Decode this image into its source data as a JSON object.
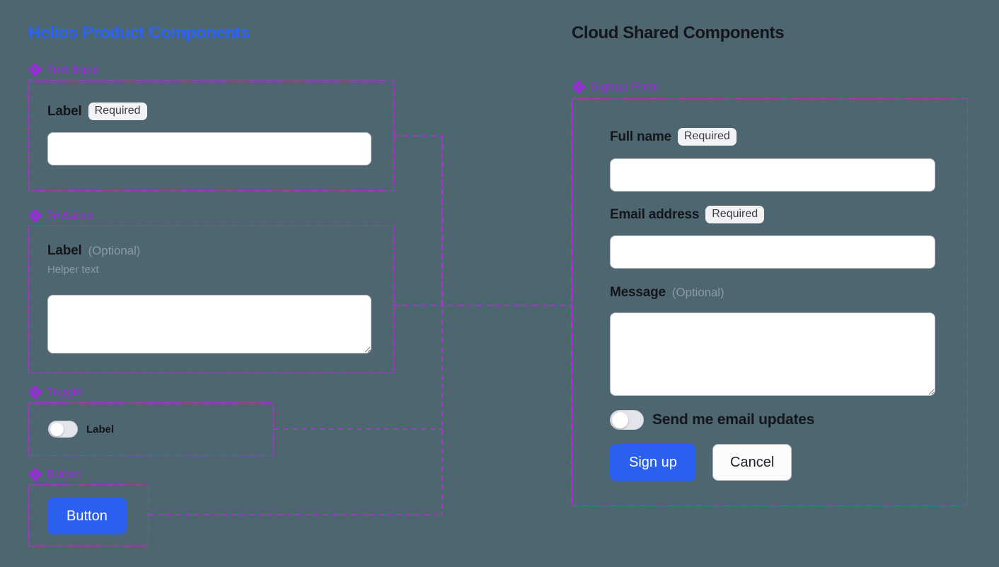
{
  "panels": {
    "left": {
      "title": "Helios Product Components",
      "title_color": "#2a64f6",
      "sections": [
        {
          "name": "Text Input",
          "icon": "component-diamond-icon"
        },
        {
          "name": "Textarea",
          "icon": "component-diamond-icon"
        },
        {
          "name": "Toggle",
          "icon": "component-diamond-icon"
        },
        {
          "name": "Button",
          "icon": "component-diamond-icon"
        }
      ]
    },
    "right": {
      "title": "Cloud Shared Components",
      "title_color": "#15161c",
      "sections": [
        {
          "name": "Signup Form",
          "icon": "component-diamond-icon"
        }
      ]
    }
  },
  "text_input_component": {
    "label": "Label",
    "badge": "Required",
    "value": "",
    "placeholder": ""
  },
  "textarea_component": {
    "label": "Label",
    "optional": "(Optional)",
    "helper": "Helper text",
    "value": "",
    "placeholder": ""
  },
  "toggle_component": {
    "label": "Label",
    "checked": false
  },
  "button_component": {
    "label": "Button"
  },
  "signup_form": {
    "full_name": {
      "label": "Full name",
      "badge": "Required",
      "value": "",
      "placeholder": ""
    },
    "email": {
      "label": "Email address",
      "badge": "Required",
      "value": "",
      "placeholder": ""
    },
    "message": {
      "label": "Message",
      "optional": "(Optional)",
      "value": "",
      "placeholder": ""
    },
    "newsletter_toggle": {
      "label": "Send me email updates",
      "checked": false
    },
    "submit_label": "Sign up",
    "cancel_label": "Cancel"
  },
  "colors": {
    "background": "#4d6670",
    "accent_blue": "#2a5ff0",
    "frame_purple": "#c02ae8",
    "label_purple": "#9b28e0",
    "badge_bg": "#f2f2f5",
    "muted_text": "#8e9aa1",
    "input_bg": "#ffffff",
    "input_border": "#b7bcc4"
  }
}
